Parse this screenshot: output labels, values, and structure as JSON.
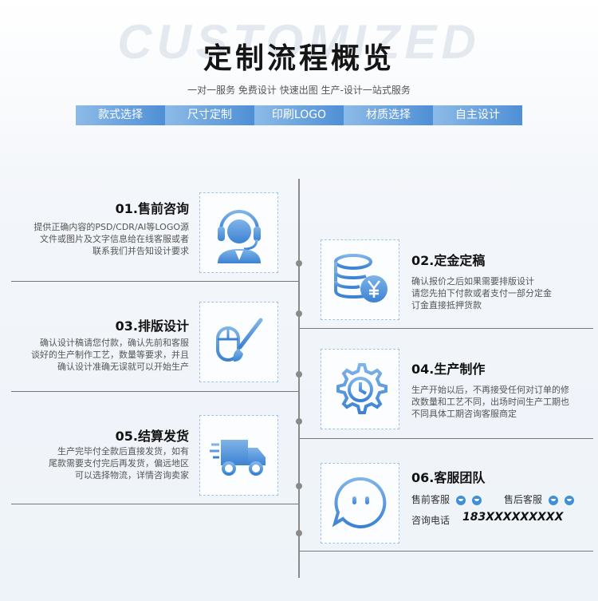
{
  "header": {
    "bg_word": "CUSTOMIZED",
    "title": "定制流程概览",
    "subtitle": "一对一服务 免费设计 快速出图 生产-设计一站式服务"
  },
  "tags": [
    "款式选择",
    "尺寸定制",
    "印刷LOGO",
    "材质选择",
    "自主设计"
  ],
  "steps": [
    {
      "title": "01.售前咨询",
      "desc": [
        "提供正确内容的PSD/CDR/AI等LOGO源",
        "文件或图片及文字信息给在线客服或者",
        "联系我们并告知设计要求"
      ],
      "icon": "customer-service-icon"
    },
    {
      "title": "02.定金定稿",
      "desc": [
        "确认报价之后如果需要排版设计",
        "请您先拍下付款或者支付一部分定金",
        "订金直接抵押货款"
      ],
      "icon": "coins-yen-icon"
    },
    {
      "title": "03.排版设计",
      "desc": [
        "确认设计稿请您付款，确认先前和客服",
        "谈好的生产制作工艺，数量等要求，并且",
        "确认设计准确无误就可以开始生产"
      ],
      "icon": "mouse-brush-icon"
    },
    {
      "title": "04.生产制作",
      "desc": [
        "生产开始以后，不再接受任何对订单的修",
        "改数量和工艺不同，出场时间生产工期也",
        "不同具体工期咨询客服商定"
      ],
      "icon": "gear-clock-icon"
    },
    {
      "title": "05.结算发货",
      "desc": [
        "生产完毕付全款后直接发货，如有",
        "尾款需要支付完后再发货，偏远地区",
        "可以选择物流，详情咨询卖家"
      ],
      "icon": "delivery-truck-icon"
    },
    {
      "title": "06.客服团队",
      "icon": "smile-chat-icon"
    }
  ],
  "team": {
    "pre_sale": "售前客服",
    "after_sale": "售后客服",
    "phone_label": "咨询电话",
    "phone": "183XXXXXXXXX"
  },
  "colors": {
    "accent": "#3f8fd9",
    "tag_start": "#8dbbe8",
    "tag_end": "#4f8fd6"
  }
}
